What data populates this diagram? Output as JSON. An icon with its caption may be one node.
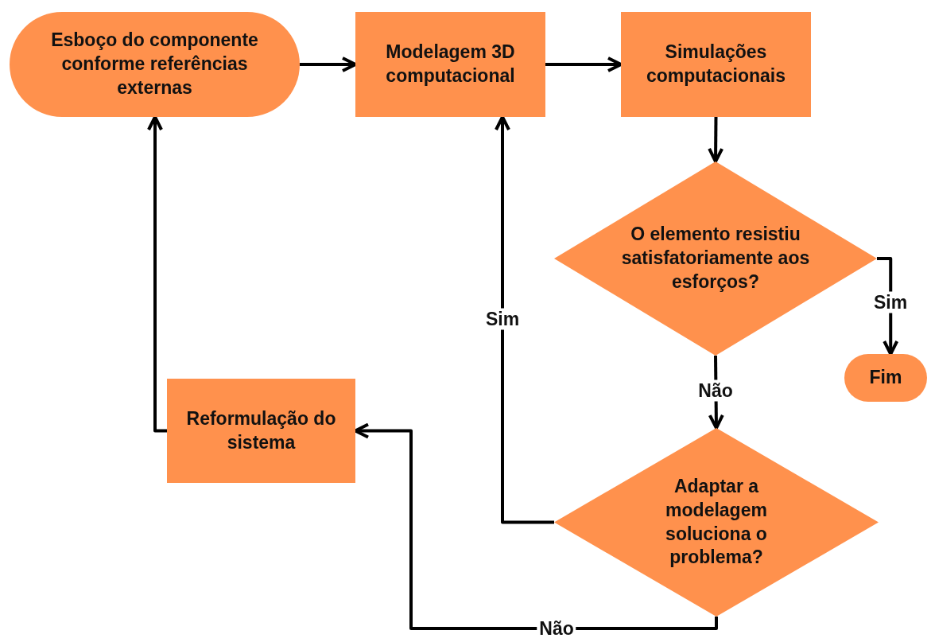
{
  "diagram": {
    "nodes": [
      {
        "text": [
          "Esboço do componente conforme referências externas"
        ]
      },
      {
        "text": [
          "Modelagem 3D computacional"
        ]
      },
      {
        "text": [
          "Simulações computacionais"
        ]
      },
      {
        "text": [
          "O elemento resistiu satisfatoriamente aos esforços?"
        ]
      },
      {
        "text": [
          "Fim"
        ]
      },
      {
        "text": [
          "Adaptar a modelagem soluciona o problema?"
        ]
      },
      {
        "text": [
          "Reformulação do sistema"
        ]
      }
    ],
    "edges": [
      {
        "from": 0,
        "to": 1,
        "arrow": "to"
      },
      {
        "from": 1,
        "to": 2,
        "arrow": "to"
      },
      {
        "from": 2,
        "to": 3,
        "arrow": "to"
      },
      {
        "from": 3,
        "to": 4,
        "arrow": "to",
        "label": "Sim"
      },
      {
        "from": 3,
        "to": 5,
        "arrow": "to",
        "label": "Não"
      },
      {
        "from": 5,
        "to": 1,
        "arrow": "to",
        "label": "Sim"
      },
      {
        "from": 5,
        "to": 6,
        "arrow": "to",
        "label": "Não"
      },
      {
        "from": 6,
        "to": 0,
        "arrow": "to"
      }
    ]
  }
}
